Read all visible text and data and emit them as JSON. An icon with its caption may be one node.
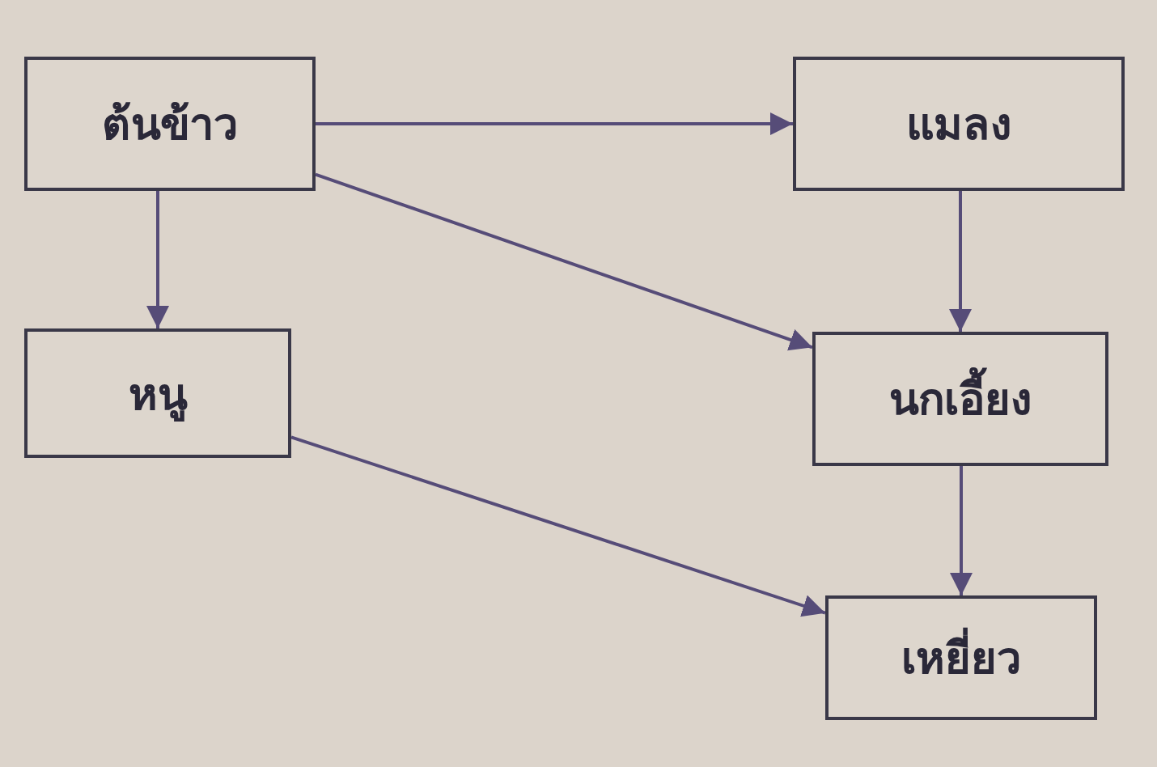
{
  "diagram": {
    "nodes": [
      {
        "text": [
          "ต้นข้าว"
        ]
      },
      {
        "text": [
          "แมลง"
        ]
      },
      {
        "text": [
          "หนู"
        ]
      },
      {
        "text": [
          "นกเอี้ยง"
        ]
      },
      {
        "text": [
          "เหยี่ยว"
        ]
      }
    ],
    "edges": [
      {
        "from": 0,
        "to": 1,
        "arrow": "to"
      },
      {
        "from": 0,
        "to": 2,
        "arrow": "to"
      },
      {
        "from": 0,
        "to": 3,
        "arrow": "to"
      },
      {
        "from": 1,
        "to": 3,
        "arrow": "to"
      },
      {
        "from": 2,
        "to": 4,
        "arrow": "to"
      },
      {
        "from": 3,
        "to": 4,
        "arrow": "to"
      }
    ]
  }
}
